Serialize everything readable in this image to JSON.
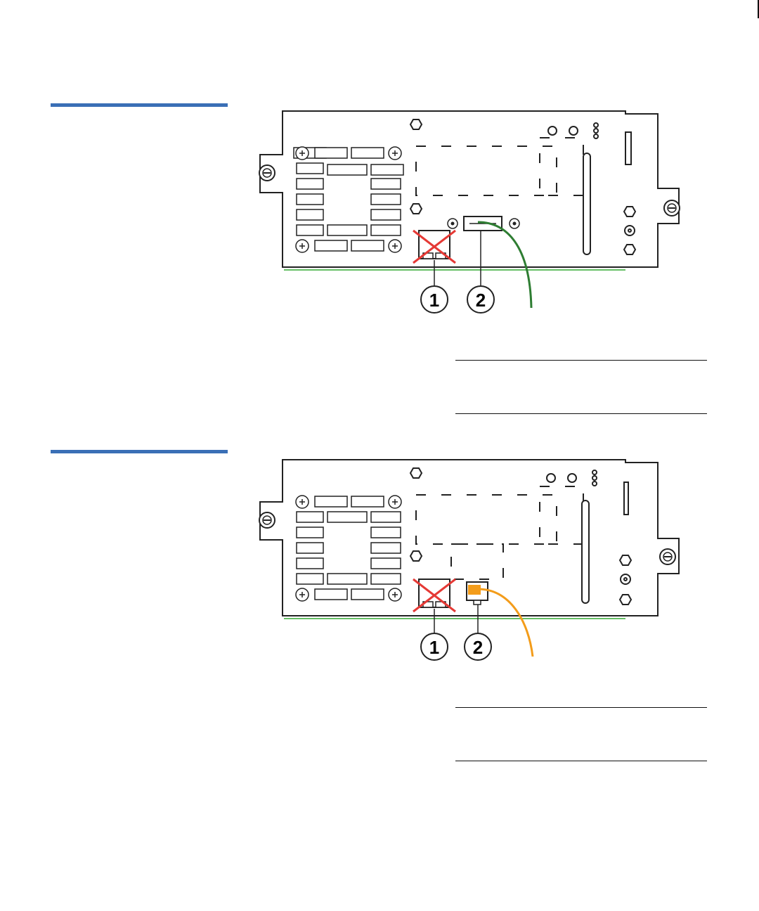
{
  "colors": {
    "accent": "#3a6fb6",
    "fibre_cable": "#2e7d32",
    "ethernet_cable": "#f39c1a",
    "not_used_mark": "#e53935"
  },
  "figures": [
    {
      "cable": "fibre",
      "callouts": [
        "1",
        "2"
      ]
    },
    {
      "cable": "ethernet",
      "callouts": [
        "1",
        "2"
      ]
    }
  ]
}
